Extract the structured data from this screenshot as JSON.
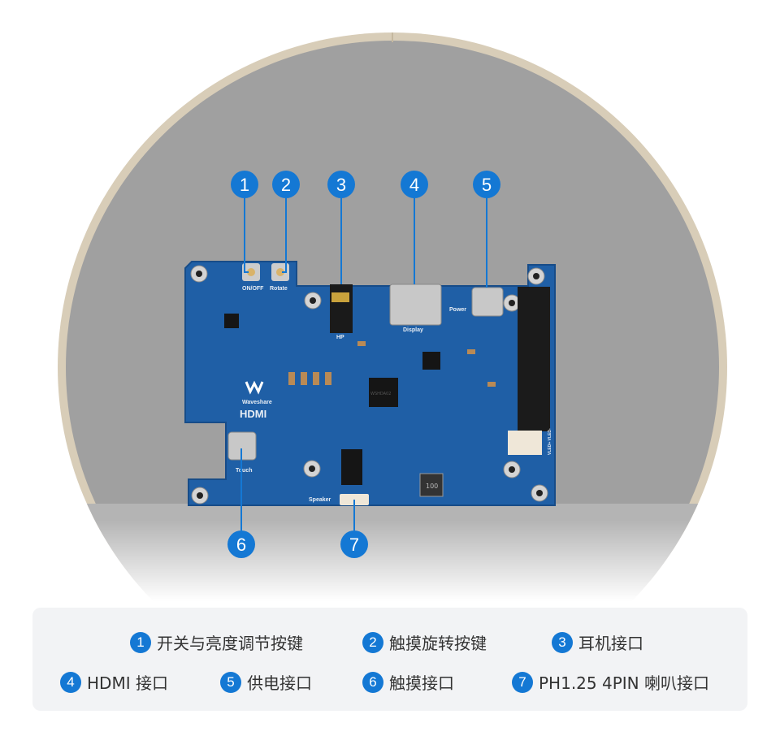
{
  "colors": {
    "accent": "#1478d4",
    "board": "#1f5fa6",
    "display": "#9a9a9a",
    "rim": "#d8cdb8",
    "legend_bg": "#f2f3f5"
  },
  "callouts": [
    "1",
    "2",
    "3",
    "4",
    "5",
    "6",
    "7"
  ],
  "board_labels": {
    "on_off": "ON/OFF",
    "rotate": "Rotate",
    "hp": "HP",
    "display": "Display",
    "power": "Power",
    "touch": "Touch",
    "speaker": "Speaker",
    "brand": "Waveshare",
    "hdmi": "HDMI",
    "inductor": "100",
    "chip": "WSHDA02",
    "vled": "VLED+ VLED-"
  },
  "legend": [
    {
      "num": "1",
      "label": "开关与亮度调节按键"
    },
    {
      "num": "2",
      "label": "触摸旋转按键"
    },
    {
      "num": "3",
      "label": "耳机接口"
    },
    {
      "num": "4",
      "label": "HDMI 接口"
    },
    {
      "num": "5",
      "label": "供电接口"
    },
    {
      "num": "6",
      "label": "触摸接口"
    },
    {
      "num": "7",
      "label": "PH1.25 4PIN 喇叭接口"
    }
  ]
}
